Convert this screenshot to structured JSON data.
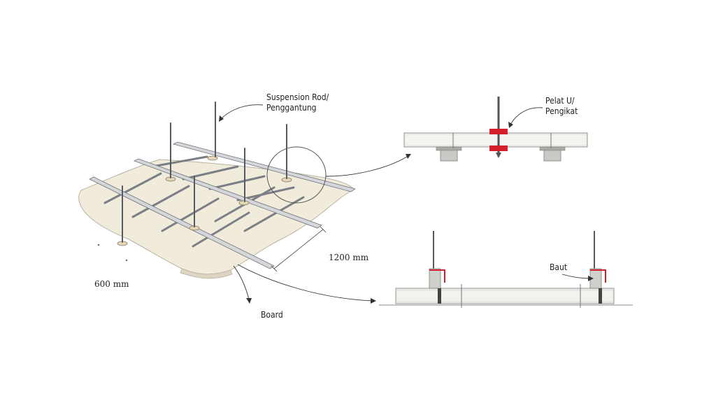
{
  "labels": {
    "suspension_rod_line1": "Suspension Rod/",
    "suspension_rod_line2": "Penggantung",
    "plate_line1": "Pelat U/",
    "plate_line2": "Pengikat",
    "dim_1200": "1200 mm",
    "dim_600": "600 mm",
    "board": "Board",
    "bolt": "Baut"
  },
  "colors": {
    "board_fill": "#f1ebdc",
    "board_stroke": "#b9b3a3",
    "rail_fill": "#d4d6d9",
    "rail_stroke": "#6d7278",
    "rod": "#555a60",
    "accent_red": "#d21f2b",
    "line": "#333333"
  }
}
